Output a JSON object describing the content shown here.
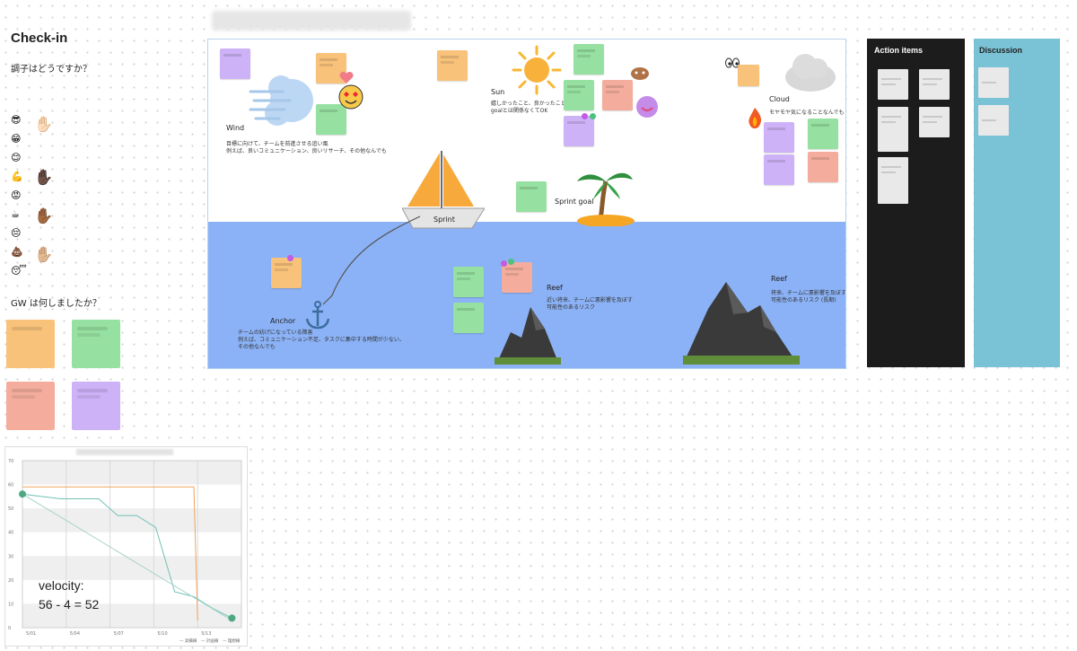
{
  "checkin": {
    "title": "Check-in",
    "question1": "調子はどうですか？",
    "emojis": [
      "😎",
      "😁",
      "😊",
      "💪",
      "😡",
      "☕",
      "😔",
      "💩",
      "😴"
    ],
    "hands": [
      "✋🏻",
      "✋🏿",
      "✋🏾",
      "✋🏼"
    ],
    "question2": "GW は何しましたか？"
  },
  "board": {
    "sailboat_label": "Sprint",
    "wind_label": "Wind",
    "wind_desc": "目標に向けて、チームを前進させる追い風\n例えば、良いコミュニケーション、良いリサーチ、その他なんでも",
    "sun_label": "Sun",
    "sun_desc": "嬉しかったこと、良かったこと\ngoalとは関係なくてOK",
    "cloud_label": "Cloud",
    "cloud_desc": "モヤモヤ気になることなんでも",
    "sprint_goal_label": "Sprint goal",
    "anchor_label": "Anchor",
    "anchor_desc": "チームの妨げになっている障害\n例えば、コミュニケーション不足、タスクに集中する時間が少ない、\nその他なんでも",
    "reef1_label": "Reef",
    "reef1_desc": "近い将来、チームに悪影響を及ぼす\n可能性のあるリスク",
    "reef2_label": "Reef",
    "reef2_desc": "将来、チームに悪影響を及ぼす\n可能性のあるリスク (長期)"
  },
  "action_items": {
    "title": "Action items"
  },
  "discussion": {
    "title": "Discussion"
  },
  "velocity": {
    "label": "velocity:",
    "formula": "56 - 4 = 52"
  },
  "chart_data": {
    "type": "line",
    "x_ticks": [
      "5/01",
      "5/04",
      "5/07",
      "5/10",
      "5/13"
    ],
    "y_ticks": [
      0,
      10,
      20,
      30,
      40,
      50,
      60,
      70
    ],
    "ylim": [
      0,
      70
    ],
    "series": [
      {
        "color": "#f2a35e",
        "values": [
          [
            0,
            59
          ],
          [
            9,
            59
          ],
          [
            9.2,
            3
          ]
        ]
      },
      {
        "color": "#6fc1b4",
        "values": [
          [
            0,
            56
          ],
          [
            2,
            54
          ],
          [
            4,
            54
          ],
          [
            5,
            47
          ],
          [
            6,
            47
          ],
          [
            7,
            42
          ],
          [
            8,
            15
          ],
          [
            9,
            13
          ],
          [
            10,
            8
          ],
          [
            11,
            4
          ]
        ]
      },
      {
        "color": "#a8d3cb",
        "values": [
          [
            0,
            56
          ],
          [
            11,
            3
          ]
        ]
      }
    ],
    "legend": [
      "実績線",
      "計画線",
      "理想線"
    ]
  },
  "colors": {
    "sea": "#8bb2f6",
    "action_bg": "#1c1c1c",
    "discussion_bg": "#7ac3d6",
    "note_orange": "#f8c27b",
    "note_green": "#96e0a1",
    "note_purple": "#cdb2f7",
    "note_red": "#f4ad9c"
  }
}
